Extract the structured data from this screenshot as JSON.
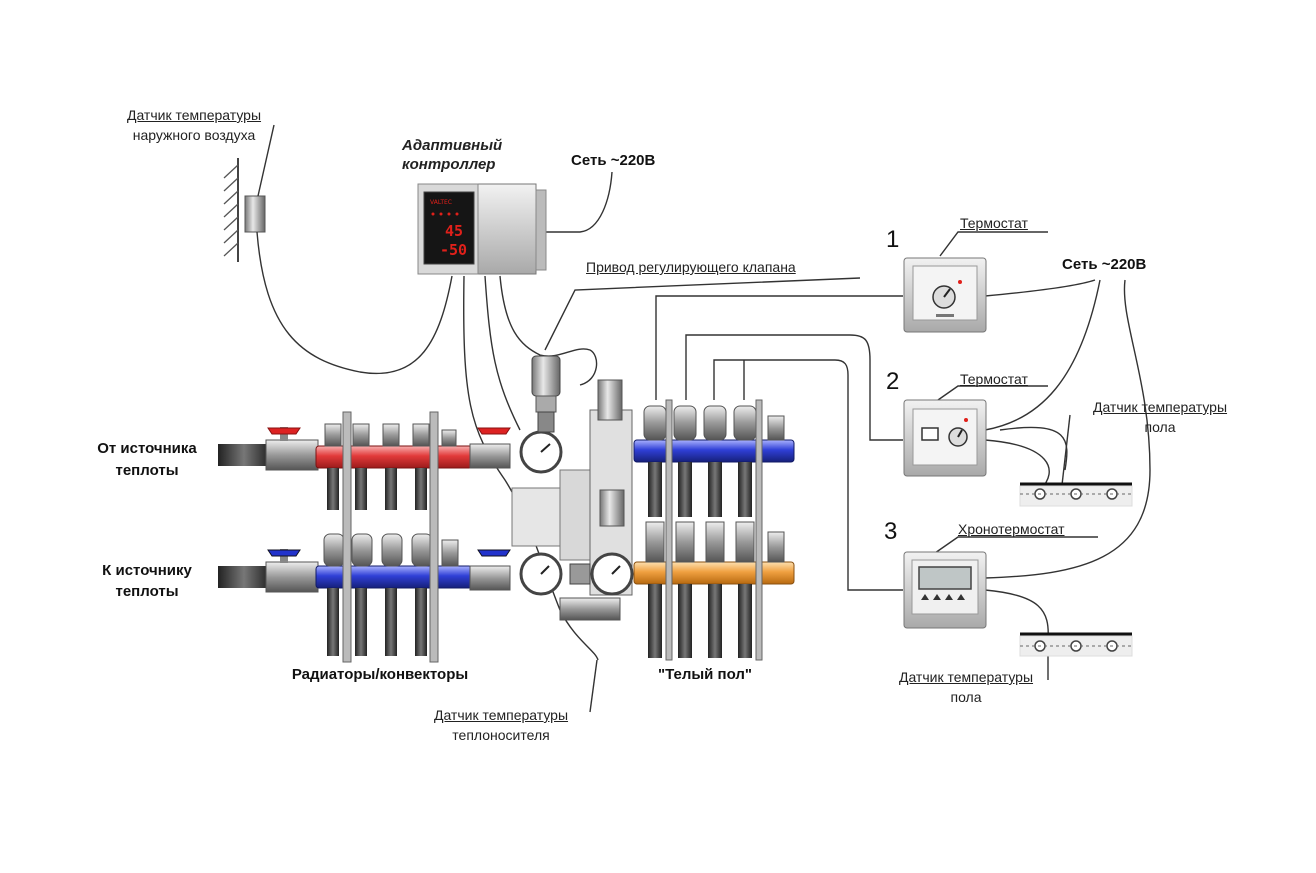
{
  "labels": {
    "outdoor_sensor_l1": "Датчик температуры",
    "outdoor_sensor_l2": "наружного воздуха",
    "controller_l1": "Адаптивный",
    "controller_l2": "контроллер",
    "mains_top": "Сеть ~220В",
    "valve_drive": "Привод регулирующего клапана",
    "from_source_l1": "От источника",
    "from_source_l2": "теплоты",
    "to_source_l1": "К источнику",
    "to_source_l2": "теплоты",
    "radiators": "Радиаторы/конвекторы",
    "floor": "\"Телый пол\"",
    "coolant_sensor_l1": "Датчик температуры",
    "coolant_sensor_l2": "теплоносителя",
    "thermostat_1": "Термостат",
    "thermostat_2": "Термостат",
    "chronothermostat": "Хронотермостат",
    "mains_right": "Сеть ~220В",
    "floor_sensor_top_l1": "Датчик температуры",
    "floor_sensor_top_l2": "пола",
    "floor_sensor_bottom_l1": "Датчик температуры",
    "floor_sensor_bottom_l2": "пола"
  },
  "numbers": {
    "n1": "1",
    "n2": "2",
    "n3": "3"
  },
  "controller_display": {
    "brand": "VALTEC",
    "value1": "45",
    "value2": "-50"
  },
  "colors": {
    "hot_pipe": "#e23a3a",
    "cold_pipe": "#2f3fd6",
    "floor_hot_pipe": "#3a44d8",
    "floor_return_pipe": "#f0a040",
    "wire": "#333333",
    "device_gray": "#c8c8c8"
  }
}
